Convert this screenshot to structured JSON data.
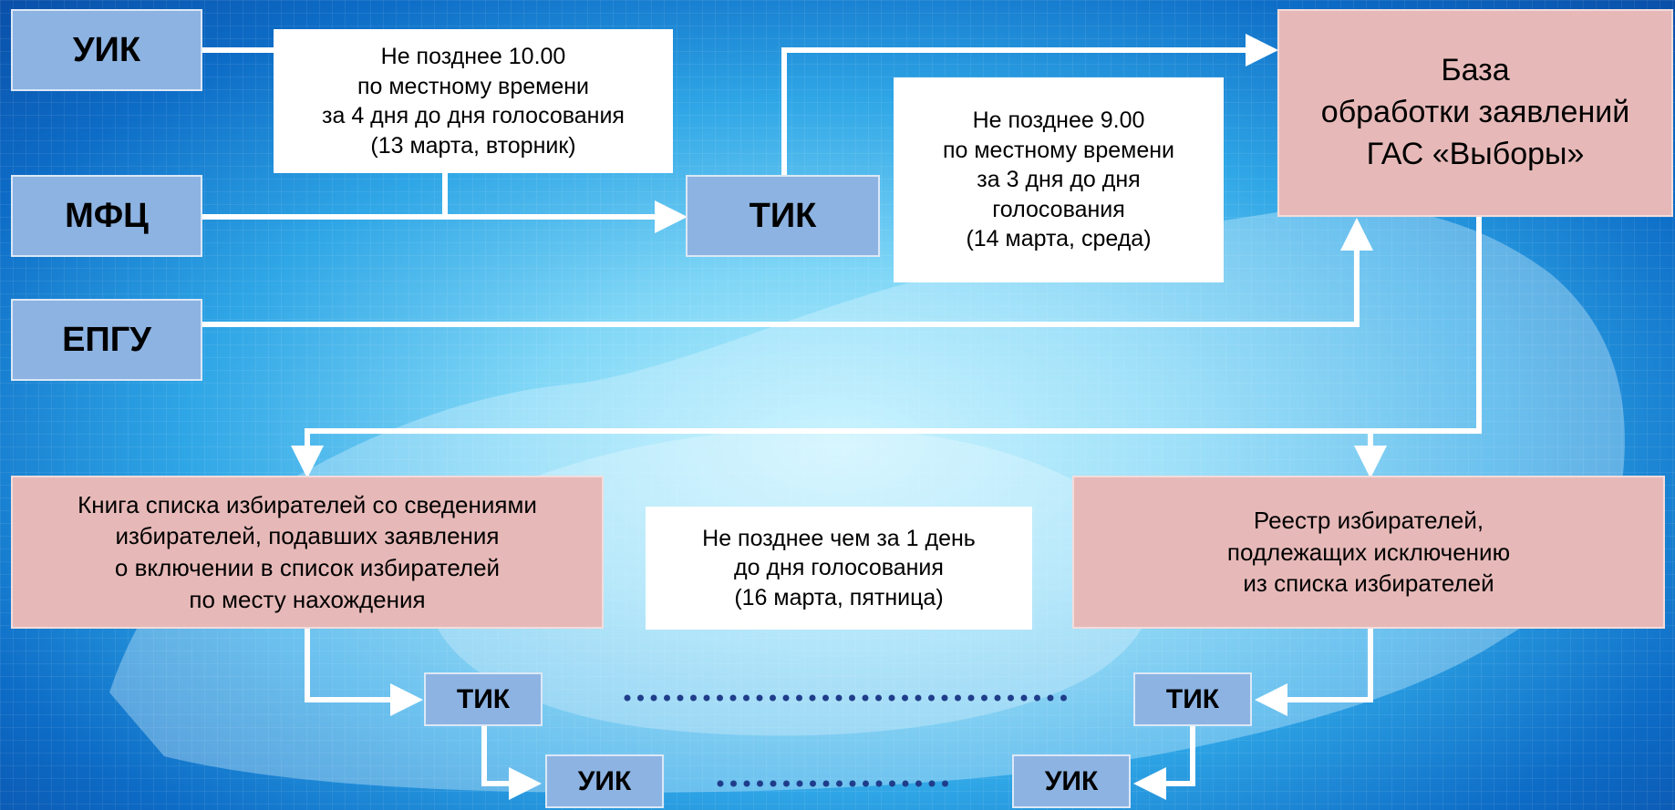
{
  "colors": {
    "node_fill": "#8db3e2",
    "target_fill": "#e6b9b8",
    "note_fill": "#ffffff",
    "arrow": "#ffffff",
    "dots": "#1f3d8a",
    "background_center": "#bff2ff",
    "background_edge": "#0a4fa8"
  },
  "nodes": {
    "uik_top": "УИК",
    "mfc": "МФЦ",
    "epgu": "ЕПГУ",
    "tik_top": "ТИК",
    "gas_base": "База\nобработки заявлений\nГАС «Выборы»",
    "voter_book": "Книга списка избирателей со сведениями\nизбирателей, подавших заявления\nо включении в список избирателей\nпо месту нахождения",
    "exclusion_registry": "Реестр избирателей,\nподлежащих исключению\nиз списка избирателей",
    "tik_left": "ТИК",
    "tik_right": "ТИК",
    "uik_left": "УИК",
    "uik_right": "УИК"
  },
  "notes": {
    "deadline_1": "Не позднее 10.00\nпо местному времени\nза 4 дня до дня голосования\n(13 марта, вторник)",
    "deadline_2": "Не позднее  9.00\nпо местному времени\nза 3 дня до дня\nголосования\n(14 марта, среда)",
    "deadline_3": "Не позднее чем за 1 день\nдо дня голосования\n(16 марта, пятница)"
  }
}
